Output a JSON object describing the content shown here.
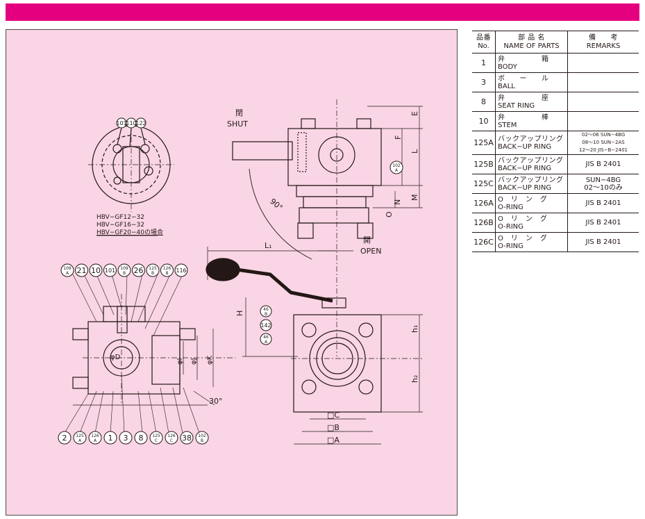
{
  "colors": {
    "header_bar": "#e5007f",
    "drawing_bg": "#f9d5e5",
    "line": "#231815"
  },
  "drawing": {
    "labels": {
      "shut_jp": "閉",
      "shut_en": "SHUT",
      "open_jp": "開",
      "open_en": "OPEN",
      "angle_90": "90°",
      "angle_30": "30°",
      "dim_e": "E",
      "dim_f": "F",
      "dim_l": "L",
      "dim_m": "M",
      "dim_n": "N",
      "dim_o": "O",
      "dim_l1": "L₁",
      "dim_h": "H",
      "dim_h1": "h₁",
      "dim_h2": "h₂",
      "dim_c": "□C",
      "dim_b": "□B",
      "dim_a": "□A",
      "dim_d": "φD",
      "dim_i": "φI",
      "dim_j": "φJ",
      "dim_k": "φK"
    },
    "models": [
      "HBV−GF12−32",
      "HBV−GF16−32",
      "HBV−GF20−40の場合"
    ],
    "balloons_detail": [
      "101",
      "110",
      "122"
    ],
    "balloons_top": [
      {
        "n": "109",
        "s": "A"
      },
      {
        "n": "21",
        "s": ""
      },
      {
        "n": "10",
        "s": ""
      },
      {
        "n": "101",
        "s": ""
      },
      {
        "n": "109",
        "s": "B"
      },
      {
        "n": "26",
        "s": ""
      },
      {
        "n": "125",
        "s": "B"
      },
      {
        "n": "126",
        "s": "B"
      },
      {
        "n": "116",
        "s": ""
      }
    ],
    "balloons_bottom": [
      {
        "n": "2",
        "s": ""
      },
      {
        "n": "125",
        "s": "A"
      },
      {
        "n": "126",
        "s": "A"
      },
      {
        "n": "1",
        "s": ""
      },
      {
        "n": "3",
        "s": ""
      },
      {
        "n": "8",
        "s": ""
      },
      {
        "n": "125",
        "s": "C"
      },
      {
        "n": "126",
        "s": "C"
      },
      {
        "n": "38",
        "s": ""
      },
      {
        "n": "102",
        "s": "B"
      }
    ],
    "balloons_side": [
      {
        "n": "46",
        "s": "B"
      },
      {
        "n": "142",
        "s": ""
      },
      {
        "n": "46",
        "s": "A"
      }
    ],
    "balloon_102a": {
      "n": "102",
      "s": "A"
    }
  },
  "table": {
    "headers": {
      "no_jp": "品番",
      "no_en": "No.",
      "name_jp": "部 品 名",
      "name_en": "NAME OF PARTS",
      "remarks_jp": "備　　考",
      "remarks_en": "REMARKS"
    },
    "rows": [
      {
        "no": "1",
        "jp": "弁　　　　　箱",
        "en": "BODY",
        "remarks": []
      },
      {
        "no": "3",
        "jp": "ボ　　ー　　ル",
        "en": "BALL",
        "remarks": []
      },
      {
        "no": "8",
        "jp": "弁　　　　　座",
        "en": "SEAT RING",
        "remarks": []
      },
      {
        "no": "10",
        "jp": "弁　　　　　棒",
        "en": "STEM",
        "remarks": []
      },
      {
        "no": "125A",
        "jp": "バックアップリング",
        "en": "BACK−UP RING",
        "remarks": [
          "02〜06 SUN−4BG",
          "08〜10 SUN−2AS",
          "12〜20 JIS−B−2401"
        ]
      },
      {
        "no": "125B",
        "jp": "バックアップリング",
        "en": "BACK−UP RING",
        "remarks": [
          "JIS B 2401"
        ]
      },
      {
        "no": "125C",
        "jp": "バックアップリング",
        "en": "BACK−UP RING",
        "remarks": [
          "SUN−4BG",
          "02〜10のみ"
        ]
      },
      {
        "no": "126A",
        "jp": "O　リ　ン　グ",
        "en": "O-RING",
        "remarks": [
          "JIS B 2401"
        ]
      },
      {
        "no": "126B",
        "jp": "O　リ　ン　グ",
        "en": "O-RING",
        "remarks": [
          "JIS B 2401"
        ]
      },
      {
        "no": "126C",
        "jp": "O　リ　ン　グ",
        "en": "O-RING",
        "remarks": [
          "JIS B 2401"
        ]
      }
    ]
  }
}
